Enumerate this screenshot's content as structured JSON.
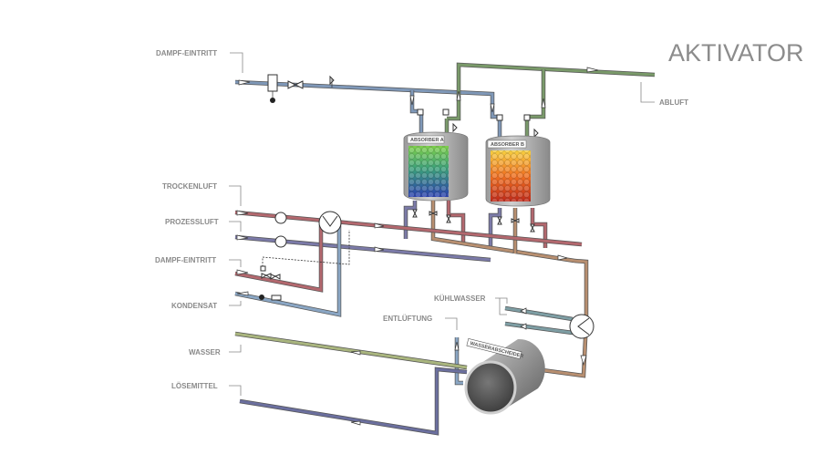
{
  "title": "AKTIVATOR",
  "labels": {
    "dampf_eintritt_top": "DAMPF-EINTRITT",
    "abluft": "ABLUFT",
    "trockenluft": "TROCKENLUFT",
    "prozessluft": "PROZESSLUFT",
    "dampf_eintritt_mid": "DAMPF-EINTRITT",
    "kondensat": "KONDENSAT",
    "kuehlwasser": "KÜHLWASSER",
    "entlueftung": "ENTLÜFTUNG",
    "wasser": "WASSER",
    "loesemittel": "LÖSEMITTEL"
  },
  "vessels": {
    "absorber_a": "ABSORBER A",
    "absorber_b": "ABSORBER B",
    "wasserabscheider": "WASSERABSCHEIDER"
  },
  "colors": {
    "steam_blue": "#7f98b8",
    "exhaust_green": "#7a9a6a",
    "dry_air_red": "#b3686e",
    "process_air_purple": "#7b7aa8",
    "cooling_brown": "#b88f70",
    "cooling_water_teal": "#7e9ea4",
    "water_olive": "#a9b57e",
    "solvent_navy": "#6b6f9e",
    "condensate_blue": "#8aa6c4",
    "text_gray": "#8a8a8a"
  }
}
